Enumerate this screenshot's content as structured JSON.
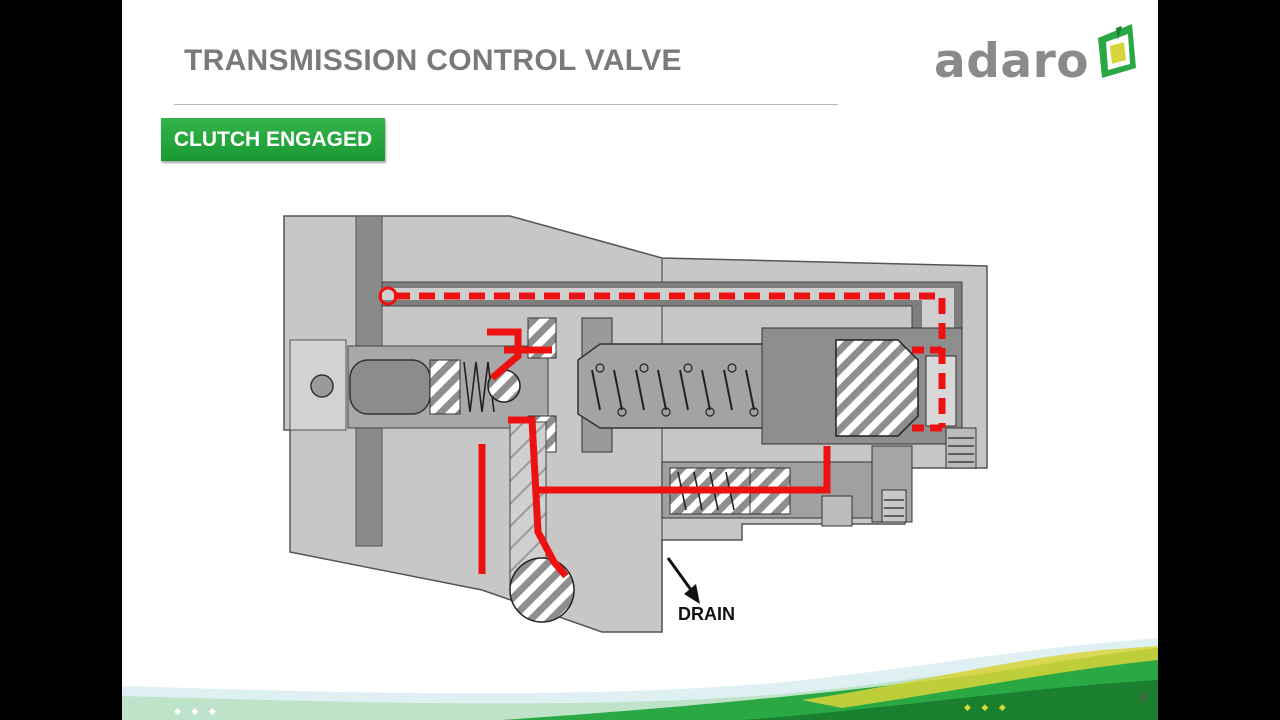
{
  "slide": {
    "title": "TRANSMISSION CONTROL VALVE",
    "badge": "CLUTCH ENGAGED",
    "logo_text": "adaro",
    "page_number": "8"
  },
  "diagram": {
    "drain_label": "DRAIN",
    "oil_flow_color": "#ee1111"
  },
  "colors": {
    "accent_green": "#2aa843",
    "title_gray": "#7a7a7a",
    "body_gray": "#c7c7c7",
    "mid_gray": "#9a9a9a",
    "dark_gray": "#7d7d7d"
  },
  "footer": {
    "dots_left": "◆ ◆ ◆",
    "dots_right": "◆ ◆ ◆"
  }
}
